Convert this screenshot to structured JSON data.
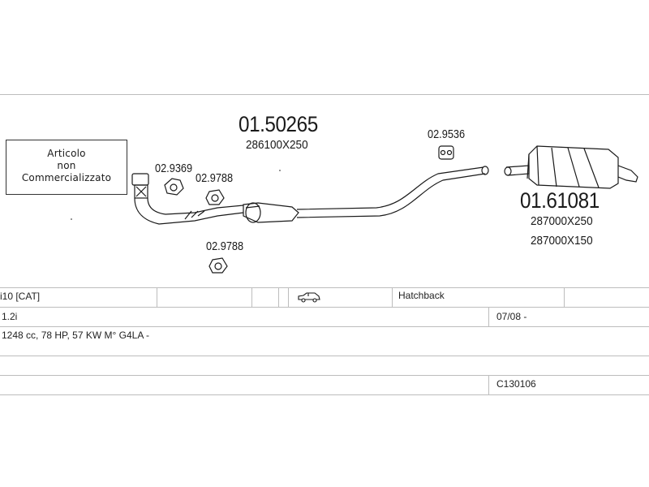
{
  "note": {
    "line1": "Articolo",
    "line2": "non",
    "line3": "Commercializzato"
  },
  "parts": {
    "main_pipe_code": "01.50265",
    "main_pipe_ref": "286100X250",
    "muffler_code": "01.61081",
    "muffler_ref_1": "287000X250",
    "muffler_ref_2": "287000X150",
    "gasket_code": "02.9369",
    "clamp_upper_code": "02.9788",
    "clamp_lower_code": "02.9788",
    "hanger_code": "02.9536"
  },
  "table": {
    "row1": {
      "model": "i10  [CAT]",
      "body_type": "Hatchback",
      "body_icon": "car-icon"
    },
    "row2": {
      "engine": "1.2i",
      "date_range": "07/08 -"
    },
    "row3": {
      "spec": "1248 cc, 78 HP, 57 KW M° G4LA -"
    },
    "row5": {
      "reference": "C130106"
    }
  },
  "colors": {
    "lines": "#1a1a1a",
    "table_rules": "#bdbdbd"
  }
}
